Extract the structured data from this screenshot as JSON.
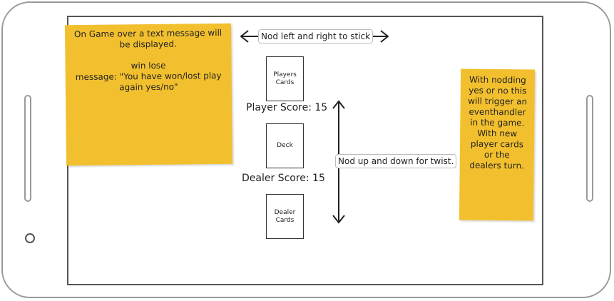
{
  "notes": {
    "left": {
      "lines": [
        "On Game over a text message will",
        "be displayed.",
        "",
        "win lose",
        "message: \"You have won/lost play",
        "again yes/no\""
      ]
    },
    "right": {
      "lines": [
        "With nodding",
        "yes or no this",
        "will trigger an",
        "eventhandler",
        "in the game.",
        "With new",
        "player cards",
        "or the",
        "dealers turn."
      ]
    }
  },
  "cards": {
    "players": {
      "line1": "Players",
      "line2": "Cards"
    },
    "deck": {
      "label": "Deck"
    },
    "dealer": {
      "line1": "Dealer",
      "line2": "Cards"
    }
  },
  "scores": {
    "player": "Player Score: 15",
    "dealer": "Dealer Score: 15"
  },
  "gestures": {
    "left_right": "Nod left and right to stick",
    "up_down": "Nod up and down for twist."
  },
  "icons": {
    "horizontal_arrow": "double-headed-horizontal-arrow-icon",
    "vertical_arrow": "double-headed-vertical-arrow-icon"
  },
  "colors": {
    "sticky_note": "#f2c02e",
    "device_frame": "#9a9a9a",
    "screen_border": "#555555"
  }
}
